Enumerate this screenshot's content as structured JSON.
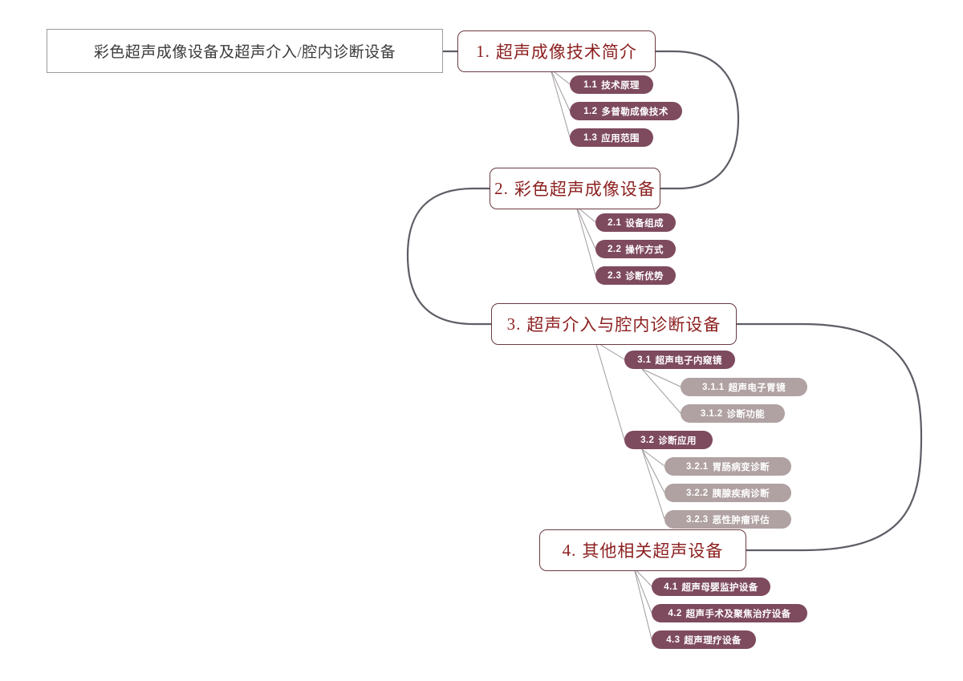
{
  "diagram": {
    "type": "mindmap",
    "title": "彩色超声成像设备及超声介入/腔内诊断设备",
    "colors": {
      "root_border": "#9a9a9a",
      "root_text": "#3a3a3a",
      "main_border": "#6b3b42",
      "main_text": "#8c1f1f",
      "level2_fill": "#7e4a5e",
      "level3_fill": "#b0a1a2",
      "connector": "#5d5d66",
      "thin_connector": "#a09a9e",
      "node_text_light": "#ffffff"
    }
  },
  "root": {
    "label": "彩色超声成像设备及超声介入/腔内诊断设备"
  },
  "branches": [
    {
      "number": "1.",
      "label": "超声成像技术简介",
      "children": [
        {
          "number": "1.1",
          "label": "技术原理",
          "children": []
        },
        {
          "number": "1.2",
          "label": "多普勒成像技术",
          "children": []
        },
        {
          "number": "1.3",
          "label": "应用范围",
          "children": []
        }
      ]
    },
    {
      "number": "2.",
      "label": "彩色超声成像设备",
      "children": [
        {
          "number": "2.1",
          "label": "设备组成",
          "children": []
        },
        {
          "number": "2.2",
          "label": "操作方式",
          "children": []
        },
        {
          "number": "2.3",
          "label": "诊断优势",
          "children": []
        }
      ]
    },
    {
      "number": "3.",
      "label": "超声介入与腔内诊断设备",
      "children": [
        {
          "number": "3.1",
          "label": "超声电子内窥镜",
          "children": [
            {
              "number": "3.1.1",
              "label": "超声电子胃镜"
            },
            {
              "number": "3.1.2",
              "label": "诊断功能"
            }
          ]
        },
        {
          "number": "3.2",
          "label": "诊断应用",
          "children": [
            {
              "number": "3.2.1",
              "label": "胃肠病变诊断"
            },
            {
              "number": "3.2.2",
              "label": "胰腺疾病诊断"
            },
            {
              "number": "3.2.3",
              "label": "恶性肿瘤评估"
            }
          ]
        }
      ]
    },
    {
      "number": "4.",
      "label": "其他相关超声设备",
      "children": [
        {
          "number": "4.1",
          "label": "超声母婴监护设备",
          "children": []
        },
        {
          "number": "4.2",
          "label": "超声手术及聚焦治疗设备",
          "children": []
        },
        {
          "number": "4.3",
          "label": "超声理疗设备",
          "children": []
        }
      ]
    }
  ]
}
